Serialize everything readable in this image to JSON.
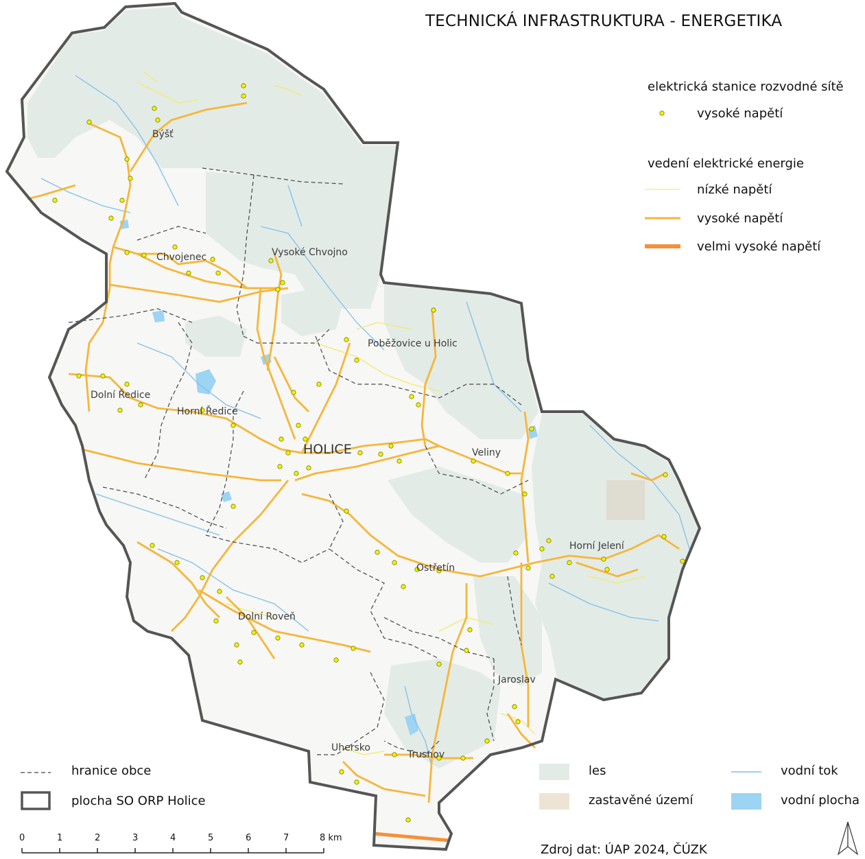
{
  "title": "TECHNICKÁ INFRASTRUKTURA - ENERGETIKA",
  "legend": {
    "stations_heading": "elektrická stanice rozvodné sítě",
    "stations_hv": "vysoké napětí",
    "lines_heading": "vedení elektrické energie",
    "line_low": "nízké napětí",
    "line_high": "vysoké napětí",
    "line_very_high": "velmi vysoké napětí",
    "municipality_border": "hranice obce",
    "orp_area": "plocha SO ORP Holice",
    "forest": "les",
    "built_up": "zastavěné území",
    "watercourse": "vodní tok",
    "water_area": "vodní plocha"
  },
  "colors": {
    "station": "#f0f000",
    "low_voltage": "#f5ec70",
    "high_voltage": "#f6b73c",
    "very_high_voltage": "#f4913a",
    "forest": "#e4ece8",
    "built_up": "#ede4d6",
    "water": "#a9d8f5",
    "border": "#555555"
  },
  "places": {
    "holice": "HOLICE",
    "byst": "Býšť",
    "chvojenec": "Chvojenec",
    "vysoke_chvojno": "Vysoké Chvojno",
    "pobezovice": "Poběžovice u Holic",
    "dolni_redice": "Dolní Ředice",
    "horni_redice": "Horní Ředice",
    "veliny": "Veliny",
    "horni_jeleni": "Horní Jelení",
    "ostretin": "Ostřetín",
    "dolni_roven": "Dolní Roveň",
    "jaroslav": "Jaroslav",
    "trusnov": "Trusnov",
    "uhersko": "Uhersko"
  },
  "scale": {
    "ticks": [
      "0",
      "1",
      "2",
      "3",
      "4",
      "5",
      "6",
      "7",
      "8 km"
    ]
  },
  "source": "Zdroj dat: ÚAP 2024, ČÚZK",
  "north_arrow_icon": "north-arrow-icon"
}
